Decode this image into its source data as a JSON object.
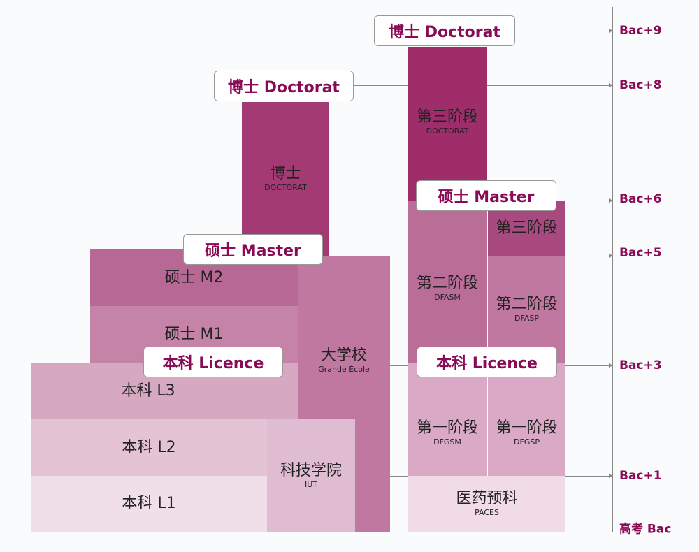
{
  "left": {
    "l1": {
      "zh": "本科 L1"
    },
    "l2": {
      "zh": "本科 L2"
    },
    "l3": {
      "zh": "本科 L3"
    },
    "m1": {
      "zh": "硕士 M1"
    },
    "m2": {
      "zh": "硕士 M2"
    },
    "iut": {
      "zh": "科技学院",
      "fr": "IUT"
    },
    "grande_ecole": {
      "zh": "大学校",
      "fr": "Grande École"
    },
    "doctorat": {
      "zh": "博士",
      "fr": "DOCTORAT"
    },
    "labels": {
      "doctorat": "博士 Doctorat",
      "master": "硕士 Master",
      "licence": "本科 Licence"
    }
  },
  "right": {
    "paces": {
      "zh": "医药预科",
      "fr": "PACES"
    },
    "dfgsm": {
      "zh": "第一阶段",
      "fr": "DFGSM"
    },
    "dfgsp": {
      "zh": "第一阶段",
      "fr": "DFGSP"
    },
    "dfasm": {
      "zh": "第二阶段",
      "fr": "DFASM"
    },
    "dfasp": {
      "zh": "第二阶段",
      "fr": "DFASP"
    },
    "third_pharma": {
      "zh": "第三阶段"
    },
    "doctorat": {
      "zh": "第三阶段",
      "fr": "DOCTORAT"
    },
    "labels": {
      "doctorat": "博士 Doctorat",
      "master": "硕士 Master",
      "licence": "本科 Licence"
    }
  },
  "levels": [
    "Bac+9",
    "Bac+8",
    "Bac+6",
    "Bac+5",
    "Bac+3",
    "Bac+1",
    "高考 Bac"
  ],
  "colors": {
    "accent": "#8a0b55"
  }
}
